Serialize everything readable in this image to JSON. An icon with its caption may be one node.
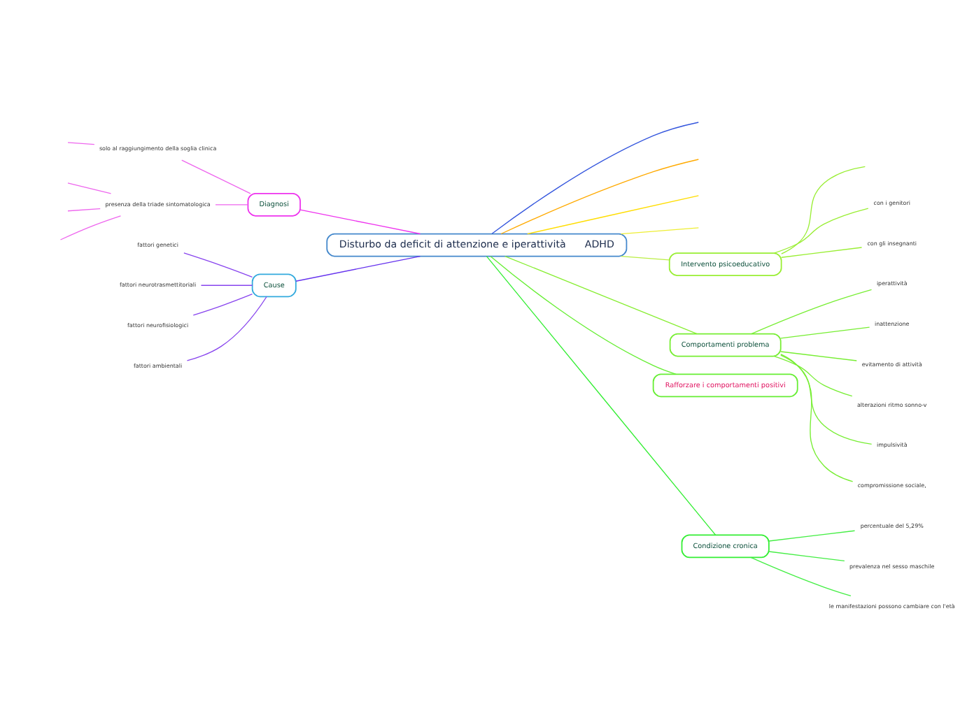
{
  "diagram": {
    "nodes": [
      {
        "text": [
          "Disturbo da deficit di attenzione e iperattività      ADHD"
        ]
      },
      {
        "text": [
          "Cause"
        ]
      },
      {
        "text": [
          "fattori genetici"
        ]
      },
      {
        "text": [
          "fattori neurotrasmettitoriali"
        ]
      },
      {
        "text": [
          "fattori neurofisiologici"
        ]
      },
      {
        "text": [
          "fattori ambientali"
        ]
      },
      {
        "text": [
          "Diagnosi"
        ]
      },
      {
        "text": [
          "solo al raggiungimento della soglia clinica"
        ]
      },
      {
        "text": [
          "presenza della triade sintomatologica"
        ]
      },
      {
        "text": [
          "Intervento psicoeducativo"
        ]
      },
      {
        "text": [
          "con i genitori"
        ]
      },
      {
        "text": [
          "con gli insegnanti"
        ]
      },
      {
        "text": [
          "Comportamenti problema"
        ]
      },
      {
        "text": [
          "iperattività"
        ]
      },
      {
        "text": [
          "inattenzione"
        ]
      },
      {
        "text": [
          "evitamento di attività"
        ]
      },
      {
        "text": [
          "alterazioni ritmo sonno-v"
        ]
      },
      {
        "text": [
          "impulsività"
        ]
      },
      {
        "text": [
          "compromissione sociale,"
        ]
      },
      {
        "text": [
          "Rafforzare i comportamenti positivi"
        ]
      },
      {
        "text": [
          "Condizione cronica"
        ]
      },
      {
        "text": [
          "percentuale del 5,29%"
        ]
      },
      {
        "text": [
          "prevalenza nel sesso maschile"
        ]
      },
      {
        "text": [
          "le manifestazioni possono cambiare con l'età"
        ]
      }
    ],
    "edges": [
      {
        "from": 0,
        "to": 1,
        "arrow": "none",
        "color": "#6633ee"
      },
      {
        "from": 1,
        "to": 2,
        "arrow": "none",
        "color": "#8844ee"
      },
      {
        "from": 1,
        "to": 3,
        "arrow": "none",
        "color": "#8844ee"
      },
      {
        "from": 1,
        "to": 4,
        "arrow": "none",
        "color": "#8844ee"
      },
      {
        "from": 1,
        "to": 5,
        "arrow": "none",
        "color": "#8844ee"
      },
      {
        "from": 0,
        "to": 6,
        "arrow": "none",
        "color": "#ee33ee"
      },
      {
        "from": 6,
        "to": 7,
        "arrow": "none",
        "color": "#ee66ee"
      },
      {
        "from": 6,
        "to": 8,
        "arrow": "none",
        "color": "#ee66ee"
      },
      {
        "from": 7,
        "to": null,
        "arrow": "none",
        "color": "#ee66ee"
      },
      {
        "from": 8,
        "to": null,
        "arrow": "none",
        "color": "#ee66ee"
      },
      {
        "from": 8,
        "to": null,
        "arrow": "none",
        "color": "#ee66ee"
      },
      {
        "from": 8,
        "to": null,
        "arrow": "none",
        "color": "#ee66ee"
      },
      {
        "from": 0,
        "to": null,
        "arrow": "none",
        "color": "#3355dd"
      },
      {
        "from": 0,
        "to": null,
        "arrow": "none",
        "color": "#ffaa00"
      },
      {
        "from": 0,
        "to": null,
        "arrow": "none",
        "color": "#ffdd00"
      },
      {
        "from": 0,
        "to": null,
        "arrow": "none",
        "color": "#eeee33"
      },
      {
        "from": 0,
        "to": 9,
        "arrow": "none",
        "color": "#bbee44"
      },
      {
        "from": 9,
        "to": null,
        "arrow": "none",
        "color": "#99ee33"
      },
      {
        "from": 9,
        "to": 10,
        "arrow": "none",
        "color": "#99ee33"
      },
      {
        "from": 9,
        "to": 11,
        "arrow": "none",
        "color": "#99ee33"
      },
      {
        "from": 0,
        "to": 12,
        "arrow": "none",
        "color": "#88ee33"
      },
      {
        "from": 12,
        "to": 13,
        "arrow": "none",
        "color": "#77ee33"
      },
      {
        "from": 12,
        "to": 14,
        "arrow": "none",
        "color": "#77ee33"
      },
      {
        "from": 12,
        "to": 15,
        "arrow": "none",
        "color": "#77ee33"
      },
      {
        "from": 12,
        "to": 16,
        "arrow": "none",
        "color": "#77ee33"
      },
      {
        "from": 12,
        "to": 17,
        "arrow": "none",
        "color": "#77ee33"
      },
      {
        "from": 12,
        "to": 18,
        "arrow": "none",
        "color": "#77ee33"
      },
      {
        "from": 0,
        "to": 19,
        "arrow": "none",
        "color": "#66ee33"
      },
      {
        "from": 0,
        "to": 20,
        "arrow": "none",
        "color": "#33ee33"
      },
      {
        "from": 20,
        "to": 21,
        "arrow": "none",
        "color": "#44ee44"
      },
      {
        "from": 20,
        "to": 22,
        "arrow": "none",
        "color": "#44ee44"
      },
      {
        "from": 20,
        "to": 23,
        "arrow": "none",
        "color": "#44ee44"
      }
    ]
  }
}
